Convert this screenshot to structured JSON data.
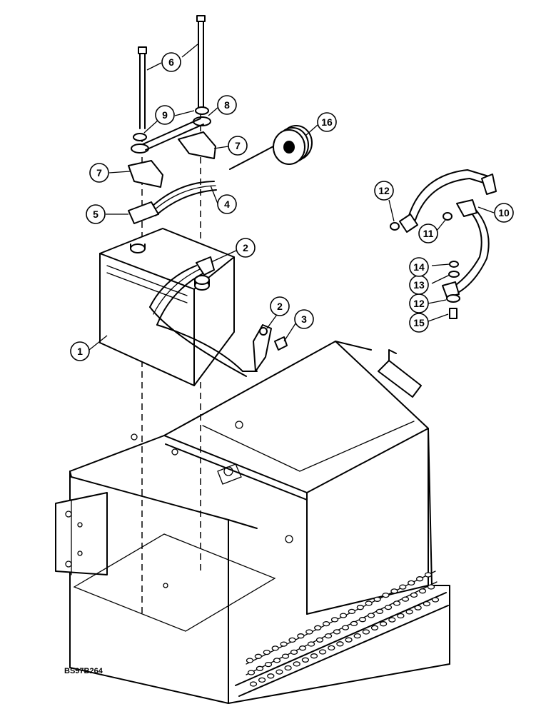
{
  "figure": {
    "code": "BS97B264"
  },
  "callouts": [
    {
      "label": "1"
    },
    {
      "label": "2"
    },
    {
      "label": "2"
    },
    {
      "label": "3"
    },
    {
      "label": "4"
    },
    {
      "label": "5"
    },
    {
      "label": "6"
    },
    {
      "label": "7"
    },
    {
      "label": "7"
    },
    {
      "label": "8"
    },
    {
      "label": "9"
    },
    {
      "label": "10"
    },
    {
      "label": "11"
    },
    {
      "label": "12"
    },
    {
      "label": "12"
    },
    {
      "label": "13"
    },
    {
      "label": "14"
    },
    {
      "label": "15"
    },
    {
      "label": "16"
    }
  ]
}
